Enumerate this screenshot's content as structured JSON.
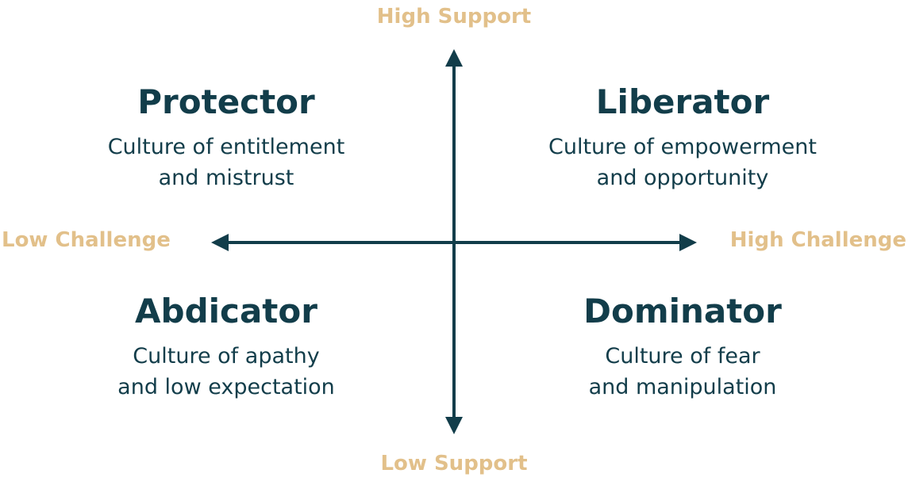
{
  "colors": {
    "axis": "#123d4a",
    "label": "#e2c08a",
    "title": "#123d4a",
    "text": "#123d4a"
  },
  "axes": {
    "top": "High Support",
    "bottom": "Low Support",
    "left": "Low Challenge",
    "right": "High Challenge"
  },
  "quadrants": {
    "top_left": {
      "title": "Protector",
      "line1": "Culture of entitlement",
      "line2": "and mistrust"
    },
    "top_right": {
      "title": "Liberator",
      "line1": "Culture of empowerment",
      "line2": "and opportunity"
    },
    "bottom_left": {
      "title": "Abdicator",
      "line1": "Culture of apathy",
      "line2": "and low expectation"
    },
    "bottom_right": {
      "title": "Dominator",
      "line1": "Culture of fear",
      "line2": "and manipulation"
    }
  }
}
